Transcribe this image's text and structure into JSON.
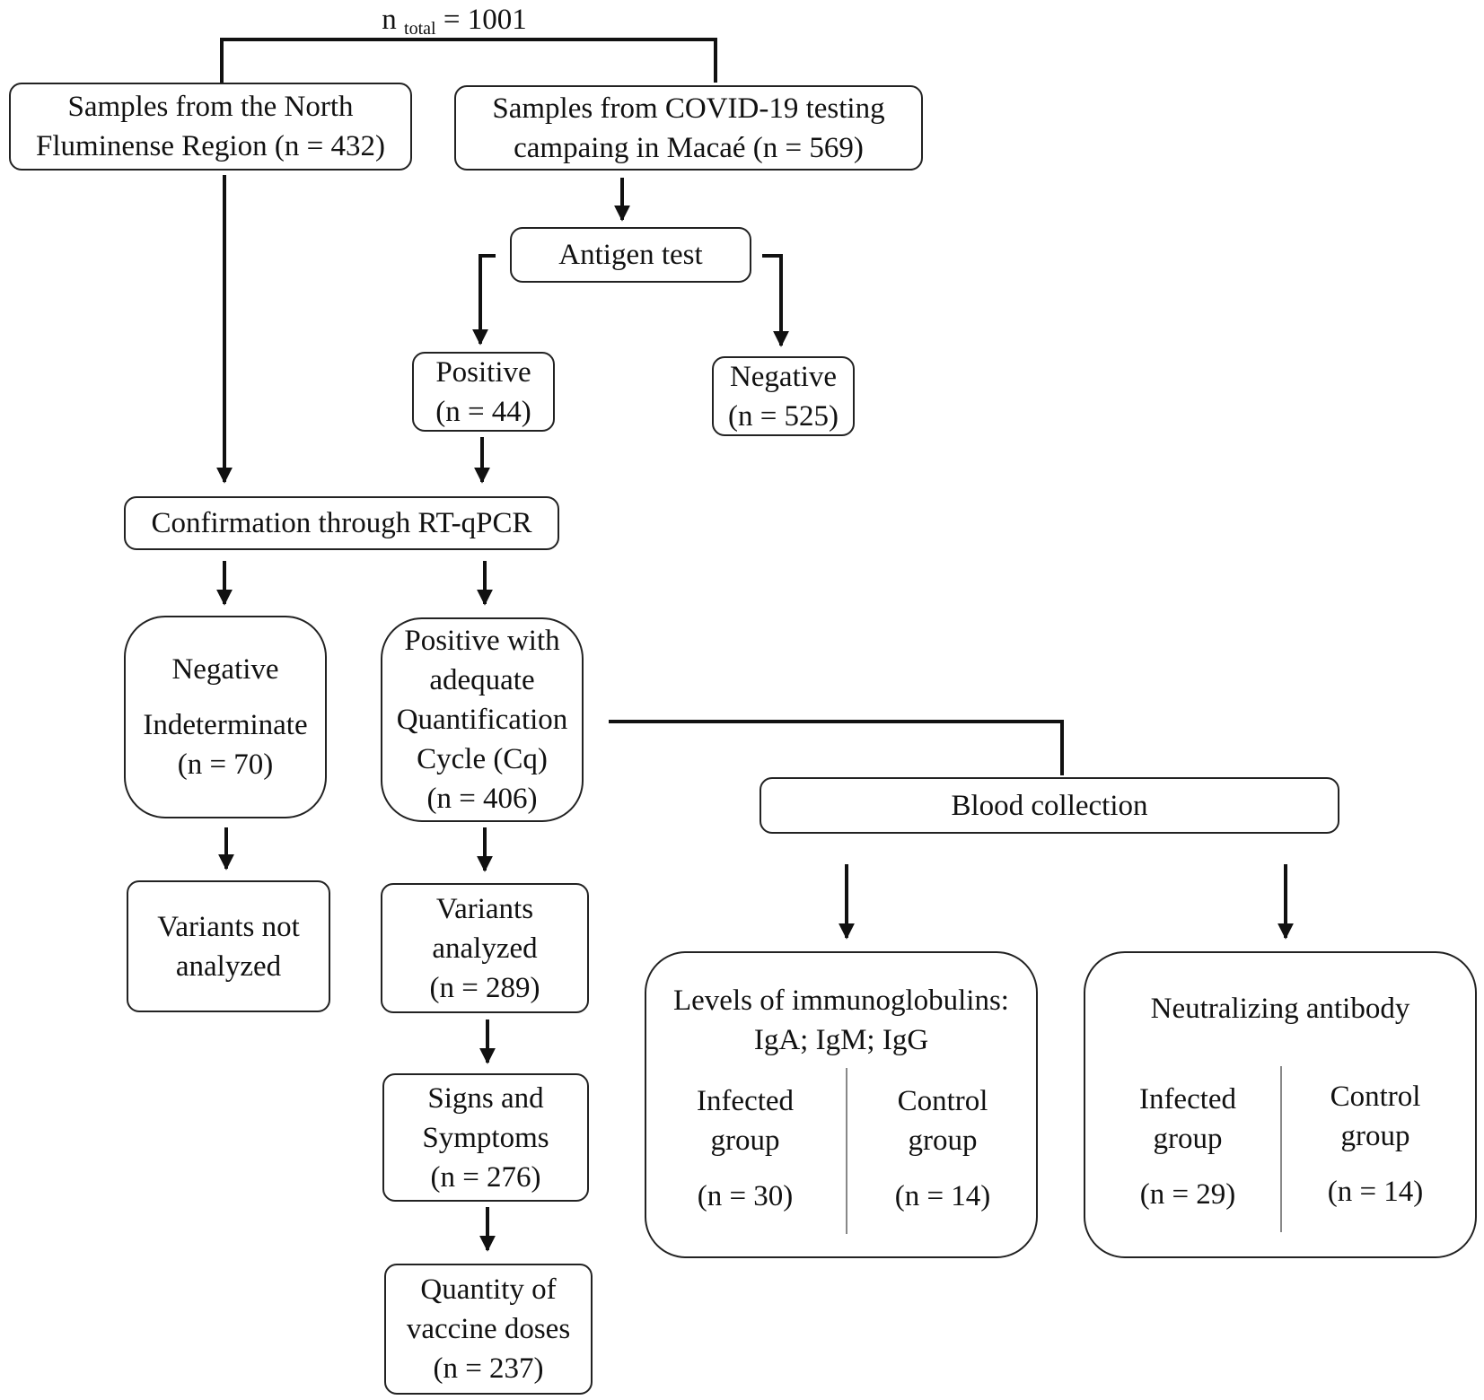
{
  "total": {
    "n": "n",
    "sub": "total",
    "value": "= 1001"
  },
  "boxes": {
    "north": [
      "Samples from the North",
      "Fluminense Region (n = 432)"
    ],
    "macae": [
      "Samples from COVID-19 testing",
      "campaing in Macaé (n = 569)"
    ],
    "antigen": [
      "Antigen test"
    ],
    "positive": [
      "Positive",
      "(n = 44)"
    ],
    "negative": [
      "Negative",
      "(n = 525)"
    ],
    "rtqpcr": [
      "Confirmation through RT-qPCR"
    ],
    "neg_indet": [
      "Negative",
      "Indeterminate",
      "(n = 70)"
    ],
    "pos_cq": [
      "Positive with",
      "adequate",
      "Quantification",
      "Cycle (Cq)",
      "(n = 406)"
    ],
    "not_analyzed": [
      "Variants not",
      "analyzed"
    ],
    "variants": [
      "Variants",
      "analyzed",
      "(n = 289)"
    ],
    "signs": [
      "Signs and",
      "Symptoms",
      "(n = 276)"
    ],
    "vaccine": [
      "Quantity of",
      "vaccine doses",
      "(n = 237)"
    ],
    "blood": [
      "Blood collection"
    ]
  },
  "immuno": {
    "title": [
      "Levels of immunoglobulins:",
      "IgA; IgM; IgG"
    ],
    "infected": {
      "label": [
        "Infected",
        "group"
      ],
      "n": "(n = 30)"
    },
    "control": {
      "label": [
        "Control",
        "group"
      ],
      "n": "(n = 14)"
    }
  },
  "neutral": {
    "title": [
      "Neutralizing antibody"
    ],
    "infected": {
      "label": [
        "Infected",
        "group"
      ],
      "n": "(n = 29)"
    },
    "control": {
      "label": [
        "Control",
        "group"
      ],
      "n": "(n = 14)"
    }
  }
}
